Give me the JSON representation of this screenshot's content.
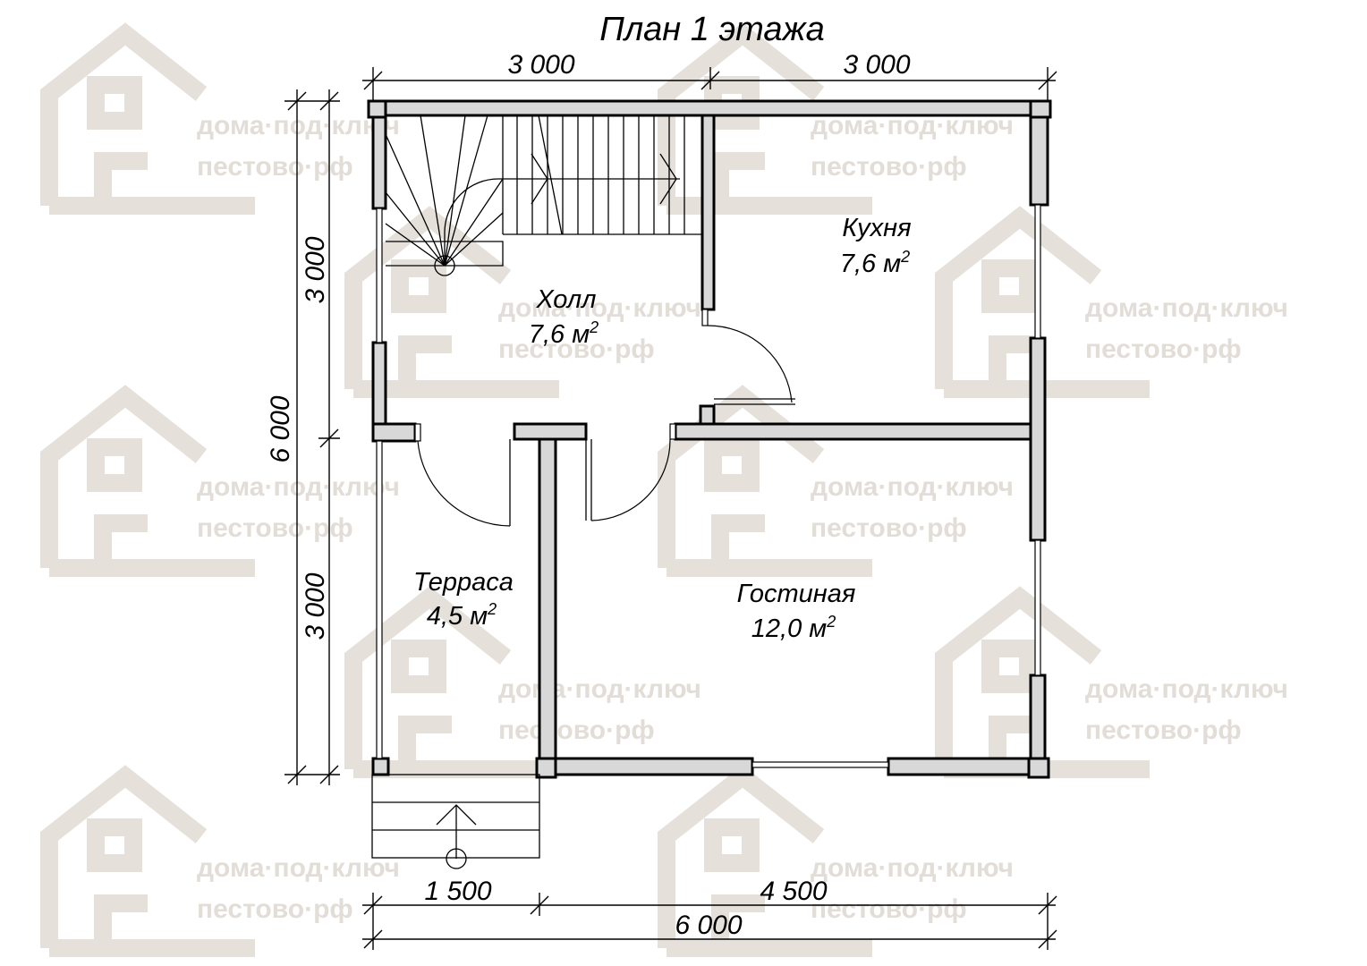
{
  "title": "План 1 этажа",
  "watermark": {
    "line1": "дома·под·ключ",
    "line2": "пестово·рф",
    "color": "#e5e0da"
  },
  "rooms": {
    "hall": {
      "name": "Холл",
      "area": "7,6 м",
      "unit_sup": "2"
    },
    "kitchen": {
      "name": "Кухня",
      "area": "7,6 м",
      "unit_sup": "2"
    },
    "terrace": {
      "name": "Терраса",
      "area": "4,5 м",
      "unit_sup": "2"
    },
    "living": {
      "name": "Гостиная",
      "area": "12,0 м",
      "unit_sup": "2"
    }
  },
  "dimensions": {
    "top_left": "3 000",
    "top_right": "3 000",
    "left_total": "6 000",
    "left_upper": "3 000",
    "left_lower": "3 000",
    "bottom_left": "1 500",
    "bottom_right": "4 500",
    "bottom_total": "6 000"
  }
}
